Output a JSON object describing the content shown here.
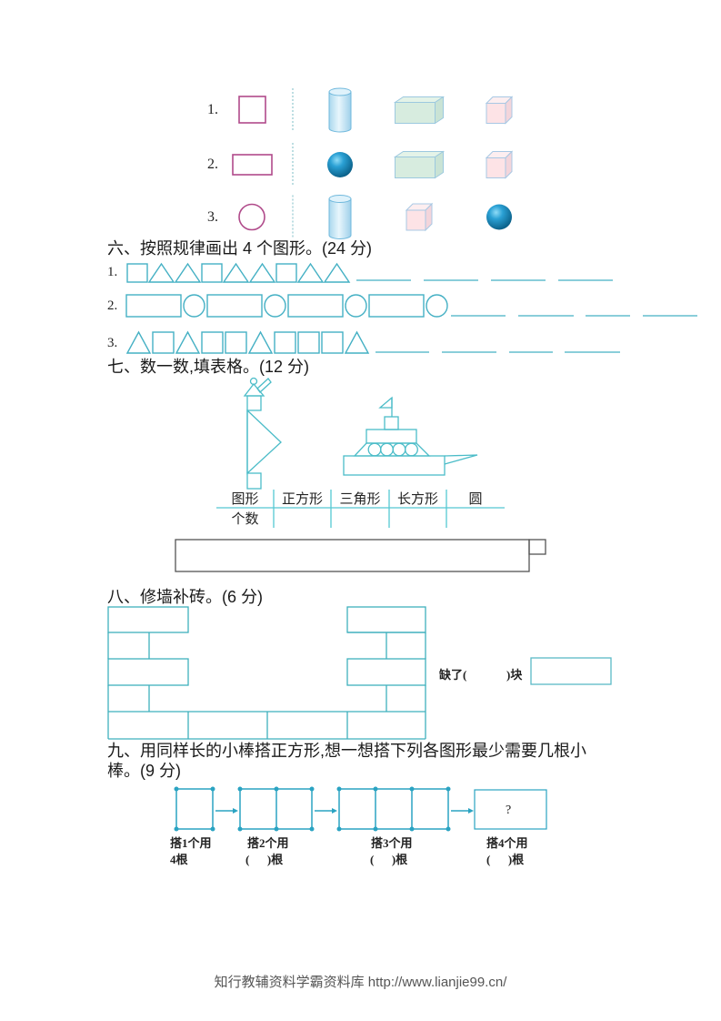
{
  "colors": {
    "target_stroke": "#b04a8a",
    "pattern_stroke": "#44b0c4",
    "figure_stroke": "#4bbcc8",
    "table_line": "#55c8d2",
    "wall_stroke": "#3fb0bd",
    "stick_stroke": "#2aa3c2",
    "answer_box_stroke": "#555555"
  },
  "section5": {
    "rows": [
      {
        "label": "1.",
        "target": "square",
        "items": [
          "cylinder",
          "cuboid",
          "cube"
        ]
      },
      {
        "label": "2.",
        "target": "rectangle",
        "items": [
          "sphere",
          "cuboid",
          "cube"
        ]
      },
      {
        "label": "3.",
        "target": "circle",
        "items": [
          "cylinder",
          "cube",
          "sphere"
        ]
      }
    ]
  },
  "section6": {
    "title": "六、按照规律画出 4 个图形。(24 分)",
    "rows": [
      {
        "label": "1.",
        "shapes": [
          "square",
          "triangle",
          "triangle",
          "square",
          "triangle",
          "triangle",
          "square",
          "triangle",
          "triangle"
        ],
        "blanks": 4
      },
      {
        "label": "2.",
        "shapes": [
          "rectangle",
          "circle",
          "rectangle",
          "circle",
          "rectangle",
          "circle",
          "rectangle",
          "circle"
        ],
        "blanks": 4
      },
      {
        "label": "3.",
        "shapes": [
          "triangle",
          "square",
          "triangle",
          "square",
          "square",
          "triangle",
          "square",
          "square",
          "square",
          "triangle"
        ],
        "blanks": 4
      }
    ]
  },
  "section7": {
    "title": "七、数一数,填表格。(12 分)",
    "table": {
      "headers": [
        "图形",
        "正方形",
        "三角形",
        "长方形",
        "圆"
      ],
      "row_label": "个数",
      "values": [
        "",
        "",
        "",
        ""
      ]
    }
  },
  "section8": {
    "title": "八、修墙补砖。(6 分)",
    "answer_prefix": "缺了(",
    "answer_suffix": ")块"
  },
  "section9": {
    "title_lines": [
      "九、用同样长的小棒搭正方形,想一想搭下列各图形最少需要几根小",
      "棒。(9 分)"
    ],
    "steps": [
      {
        "label": "搭1个用",
        "answer": "4根"
      },
      {
        "label": "搭2个用",
        "answer": "(      )根"
      },
      {
        "label": "搭3个用",
        "answer": "(      )根"
      },
      {
        "label": "搭4个用",
        "answer": "(      )根"
      }
    ],
    "unknown_mark": "?"
  },
  "footer": {
    "text": "知行教辅资料学霸资料库 http://www.lianjie99.cn/"
  }
}
